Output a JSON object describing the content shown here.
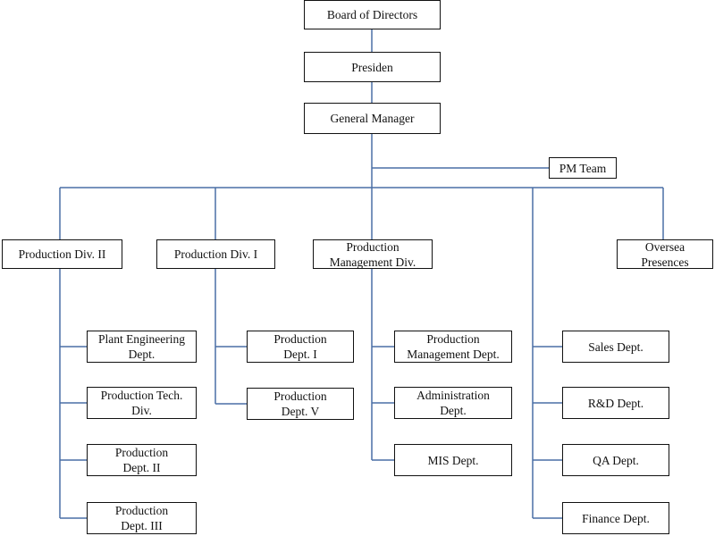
{
  "org": {
    "board": "Board of Directors",
    "president": "Presiden",
    "general_manager": "General Manager",
    "pm_team": "PM Team",
    "divisions": {
      "prod_div_2": "Production Div. II",
      "prod_div_1": "Production Div. I",
      "prod_mgmt_div": "Production\nManagement Div.",
      "oversea": "Oversea\nPresences"
    },
    "div2_units": [
      "Plant Engineering\nDept.",
      "Production Tech.\nDiv.",
      "Production\nDept. II",
      "Production\nDept. III"
    ],
    "div1_units": [
      "Production\nDept. I",
      "Production\nDept. V"
    ],
    "mgmt_units": [
      "Production\nManagement Dept.",
      "Administration\nDept.",
      "MIS Dept."
    ],
    "direct_units": [
      "Sales Dept.",
      "R&D Dept.",
      "QA Dept.",
      "Finance Dept."
    ]
  }
}
